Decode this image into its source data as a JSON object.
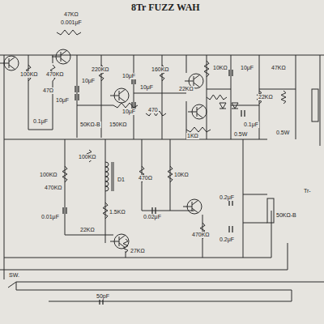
{
  "diagram": {
    "title": "8Tr FUZZ WAH",
    "labels": [
      "47KΩ",
      "0.001μF",
      "100KΩ",
      "470KΩ",
      "10μF",
      "47Ω",
      "10μF",
      "0.1μF",
      "50KΩ-B",
      "220KΩ",
      "10μF",
      "150KΩ",
      "10μF",
      "470",
      "160KΩ",
      "10μF",
      "22KΩ",
      "1KΩ",
      "10KΩ",
      "10μF",
      "47KΩ",
      "22KΩ",
      "0.1μF",
      "0.5W",
      "100KΩ",
      "100KΩ",
      "470KΩ",
      "D1",
      "470Ω",
      "10KΩ",
      "0.01μF",
      "1.5KΩ",
      "22KΩ",
      "0.02μF",
      "0.2μF",
      "470KΩ",
      "0.2μF",
      "50KΩ-B",
      "27KΩ",
      "Tr-",
      "SW.",
      "50pF",
      "0.5W"
    ]
  }
}
